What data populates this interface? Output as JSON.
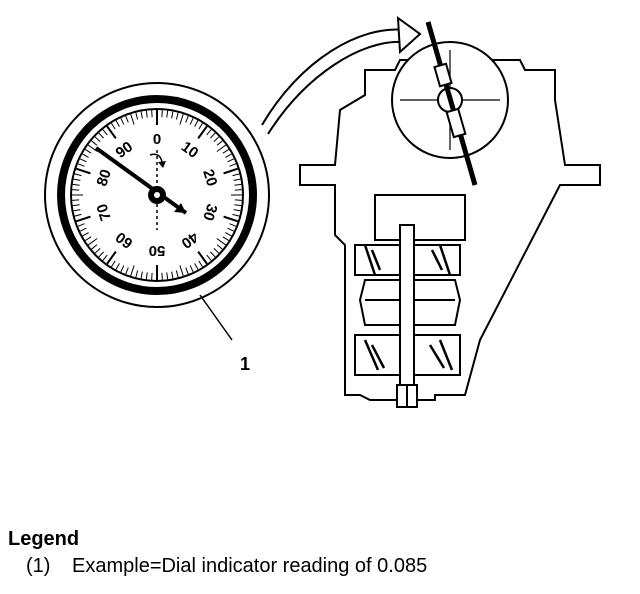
{
  "figure": {
    "callout_label": "1",
    "dial_ticks": [
      "0",
      "10",
      "20",
      "30",
      "40",
      "50",
      "60",
      "70",
      "80",
      "90"
    ]
  },
  "legend": {
    "title": "Legend",
    "items": [
      {
        "number": "(1)",
        "text": "Example=Dial indicator reading of 0.085"
      }
    ]
  }
}
